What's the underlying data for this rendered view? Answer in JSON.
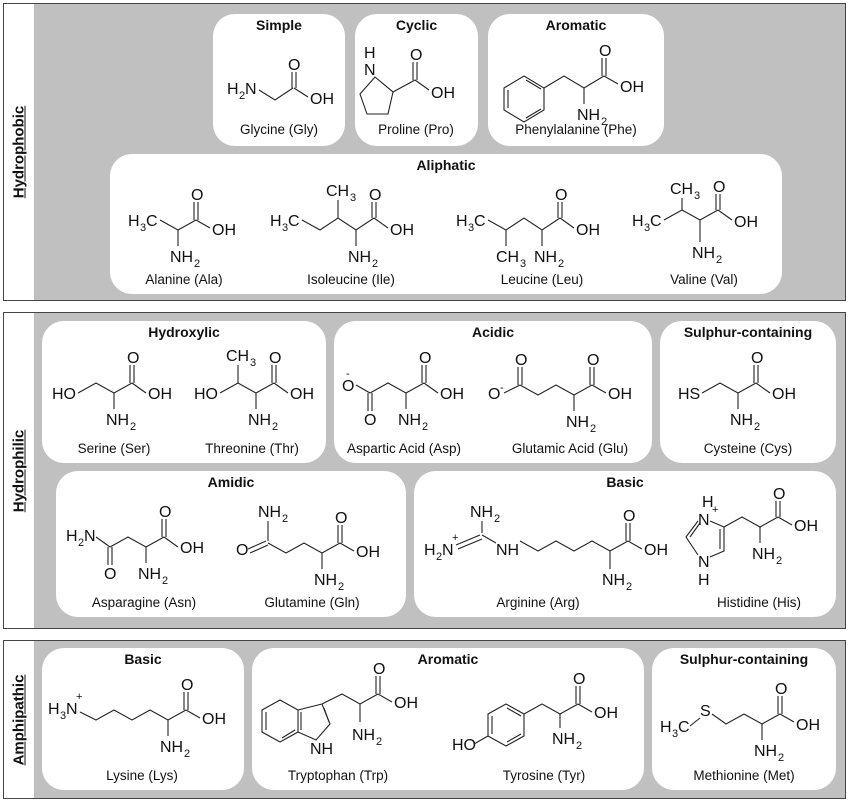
{
  "groups": [
    {
      "label": "Hydrophobic",
      "categories": [
        {
          "title": "Simple",
          "amino_acids": [
            {
              "name": "Glycine (Gly)"
            }
          ]
        },
        {
          "title": "Cyclic",
          "amino_acids": [
            {
              "name": "Proline (Pro)"
            }
          ]
        },
        {
          "title": "Aromatic",
          "amino_acids": [
            {
              "name": "Phenylalanine (Phe)"
            }
          ]
        },
        {
          "title": "Aliphatic",
          "amino_acids": [
            {
              "name": "Alanine (Ala)"
            },
            {
              "name": "Isoleucine (Ile)"
            },
            {
              "name": "Leucine (Leu)"
            },
            {
              "name": "Valine (Val)"
            }
          ]
        }
      ]
    },
    {
      "label": "Hydrophilic",
      "categories": [
        {
          "title": "Hydroxylic",
          "amino_acids": [
            {
              "name": "Serine (Ser)"
            },
            {
              "name": "Threonine (Thr)"
            }
          ]
        },
        {
          "title": "Acidic",
          "amino_acids": [
            {
              "name": "Aspartic Acid (Asp)"
            },
            {
              "name": "Glutamic Acid  (Glu)"
            }
          ]
        },
        {
          "title": "Sulphur-containing",
          "amino_acids": [
            {
              "name": "Cysteine (Cys)"
            }
          ]
        },
        {
          "title": "Amidic",
          "amino_acids": [
            {
              "name": "Asparagine (Asn)"
            },
            {
              "name": "Glutamine (Gln)"
            }
          ]
        },
        {
          "title": "Basic",
          "amino_acids": [
            {
              "name": "Arginine (Arg)"
            },
            {
              "name": "Histidine (His)"
            }
          ]
        }
      ]
    },
    {
      "label": "Amphipathic",
      "categories": [
        {
          "title": "Basic",
          "amino_acids": [
            {
              "name": "Lysine (Lys)"
            }
          ]
        },
        {
          "title": "Aromatic",
          "amino_acids": [
            {
              "name": "Tryptophan (Trp)"
            },
            {
              "name": "Tyrosine (Tyr)"
            }
          ]
        },
        {
          "title": "Sulphur-containing",
          "amino_acids": [
            {
              "name": "Methionine (Met)"
            }
          ]
        }
      ]
    }
  ],
  "atoms": {
    "O": "O",
    "OH": "OH",
    "NH2": "NH",
    "H2N": "N",
    "H": "H",
    "N": "N",
    "NH": "NH",
    "CH3": "CH",
    "H3C": "C",
    "HO": "HO",
    "HS": "HS",
    "S": "S",
    "O_minus": "O",
    "H3N": "N",
    "sub2": "2",
    "sub3": "3",
    "H_pre": "H",
    "plus": "+",
    "minus": "-"
  }
}
